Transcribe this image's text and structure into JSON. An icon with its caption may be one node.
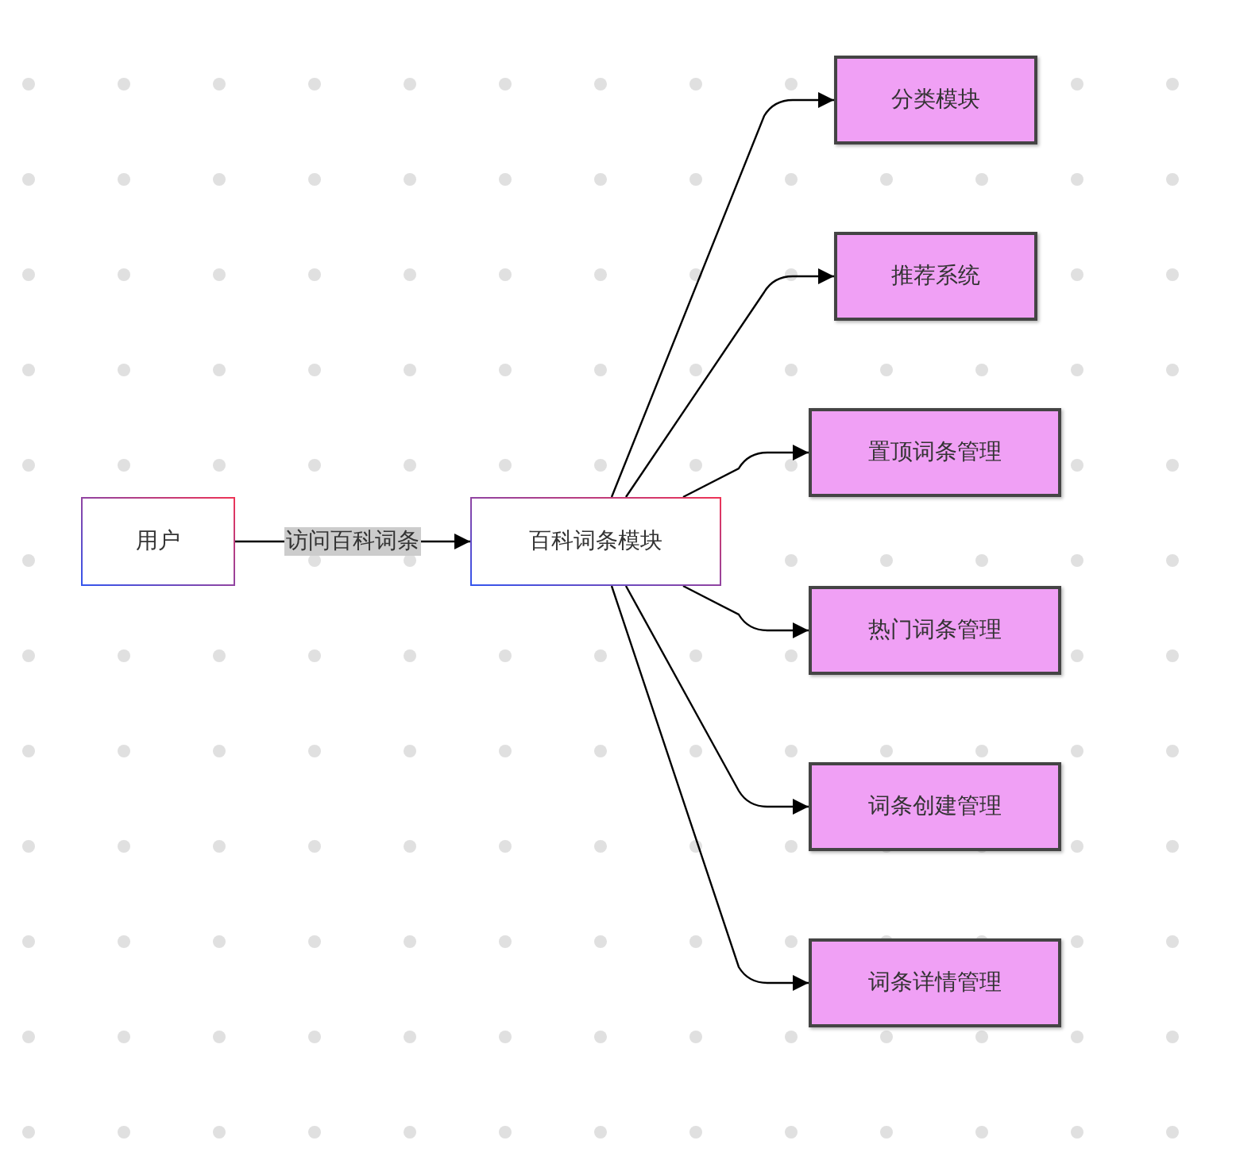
{
  "diagram": {
    "nodes": [
      {
        "text": [
          "用户"
        ]
      },
      {
        "text": [
          "百科词条模块"
        ]
      },
      {
        "text": [
          "分类模块"
        ]
      },
      {
        "text": [
          "推荐系统"
        ]
      },
      {
        "text": [
          "置顶词条管理"
        ]
      },
      {
        "text": [
          "热门词条管理"
        ]
      },
      {
        "text": [
          "词条创建管理"
        ]
      },
      {
        "text": [
          "词条详情管理"
        ]
      }
    ],
    "edges": [
      {
        "from": 0,
        "to": 1,
        "arrow": "to",
        "label": "访问百科词条"
      },
      {
        "from": 1,
        "to": 2,
        "arrow": "to"
      },
      {
        "from": 1,
        "to": 3,
        "arrow": "to"
      },
      {
        "from": 1,
        "to": 4,
        "arrow": "to"
      },
      {
        "from": 1,
        "to": 5,
        "arrow": "to"
      },
      {
        "from": 1,
        "to": 6,
        "arrow": "to"
      },
      {
        "from": 1,
        "to": 7,
        "arrow": "to"
      }
    ]
  }
}
